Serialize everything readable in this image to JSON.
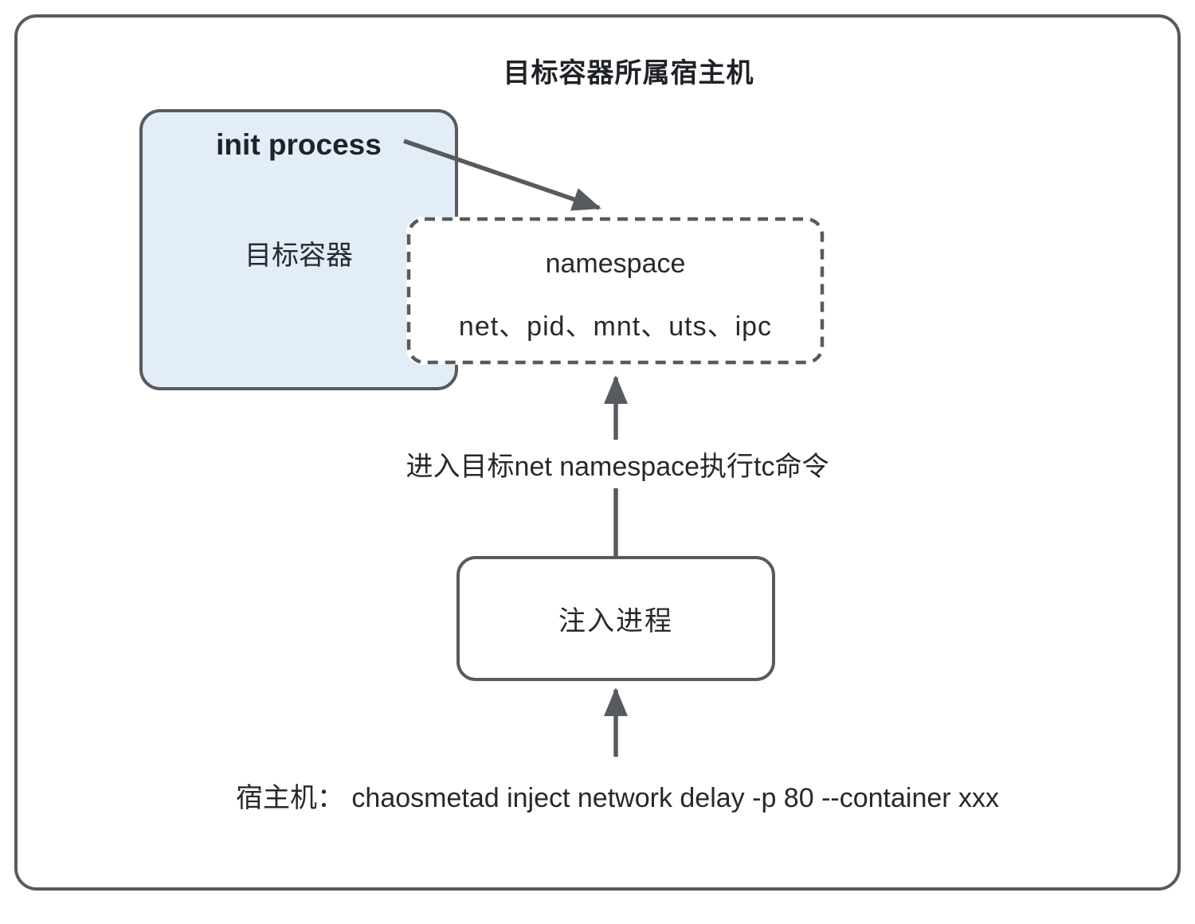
{
  "diagram": {
    "title": "目标容器所属宿主机",
    "target_container": {
      "process_label": "init process",
      "label": "目标容器"
    },
    "namespace_box": {
      "title": "namespace",
      "items": "net、pid、mnt、uts、ipc"
    },
    "flow_label": "进入目标net namespace执行tc命令",
    "inject_box": {
      "label": "注入进程"
    },
    "host_command": "宿主机： chaosmetad inject network delay -p 80 --container xxx",
    "colors": {
      "line": "#575b5f",
      "container_fill": "#e2edf8",
      "text": "#26292c",
      "bg": "#ffffff"
    }
  }
}
